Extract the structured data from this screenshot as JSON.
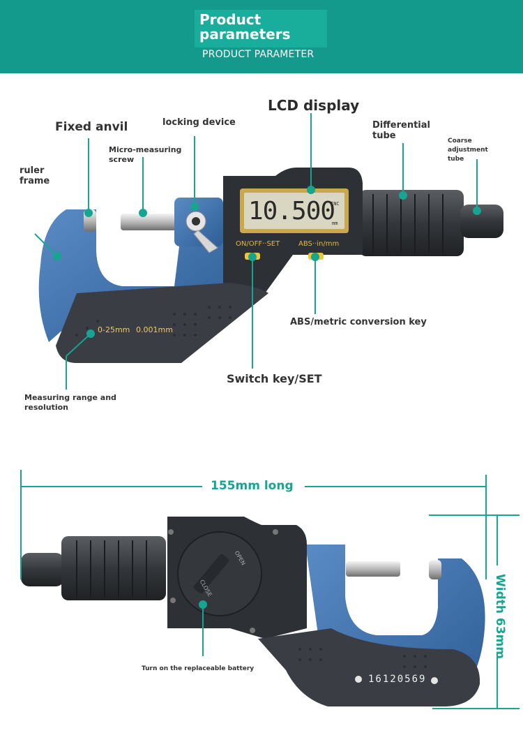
{
  "header": {
    "title": "Product parameters",
    "subtitle": "PRODUCT PARAMETER"
  },
  "labels": {
    "lcd_display": "LCD display",
    "fixed_anvil": "Fixed anvil",
    "locking_device": "locking device",
    "differential_tube": "Differential tube",
    "coarse_adjustment_tube": "Coarse adjustment tube",
    "micro_measuring_screw": "Micro-measuring screw",
    "ruler_frame": "ruler frame",
    "abs_metric_key": "ABS/metric conversion key",
    "switch_key_set": "Switch key/SET",
    "measuring_range_resolution": "Measuring range and resolution",
    "battery": "Turn on the replaceable battery"
  },
  "device": {
    "lcd_value": "10.500",
    "lcd_unit_top": "INC",
    "lcd_unit_bottom": "mm",
    "key_onoff": "ON/OFF··SET",
    "key_abs": "ABS··in/mm",
    "range": "0-25mm",
    "resolution": "0.001mm",
    "battery_open": "OPEN",
    "battery_close": "CLOSE",
    "serial": "16120569"
  },
  "dimensions": {
    "length": "155mm long",
    "width": "Width 63mm"
  },
  "colors": {
    "header_bg": "#139a8c",
    "accent": "#17a592",
    "frame_blue": "#3e6fa8",
    "body_dark": "#2d3136",
    "lcd_bg": "#d9c98a"
  }
}
